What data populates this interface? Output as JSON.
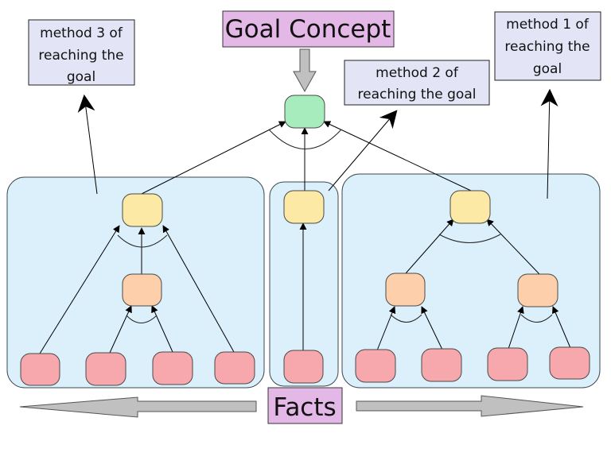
{
  "title": "Goal Concept",
  "facts_label": "Facts",
  "methods": [
    {
      "id": "method-1",
      "lines": [
        "method 1 of",
        "reaching the",
        "goal"
      ]
    },
    {
      "id": "method-2",
      "lines": [
        "method 2 of",
        "reaching the goal"
      ]
    },
    {
      "id": "method-3",
      "lines": [
        "method 3 of",
        "reaching the",
        "goal"
      ]
    }
  ],
  "colors": {
    "goal_node": "#a6ecbc",
    "level1_node": "#fde9a6",
    "level2_node": "#fdcfaa",
    "fact_node": "#f7a8ad",
    "region": "#dbf0fb",
    "label_box": "#e4b8e6",
    "note_box": "#e4e4f7"
  },
  "structure": {
    "goal": "goal concept node",
    "method_3": {
      "intermediate": 1,
      "sub_intermediate": 1,
      "facts": 4
    },
    "method_2": {
      "intermediate": 1,
      "facts": 1
    },
    "method_1": {
      "intermediate": 1,
      "sub_intermediate": 2,
      "facts": 4
    }
  }
}
